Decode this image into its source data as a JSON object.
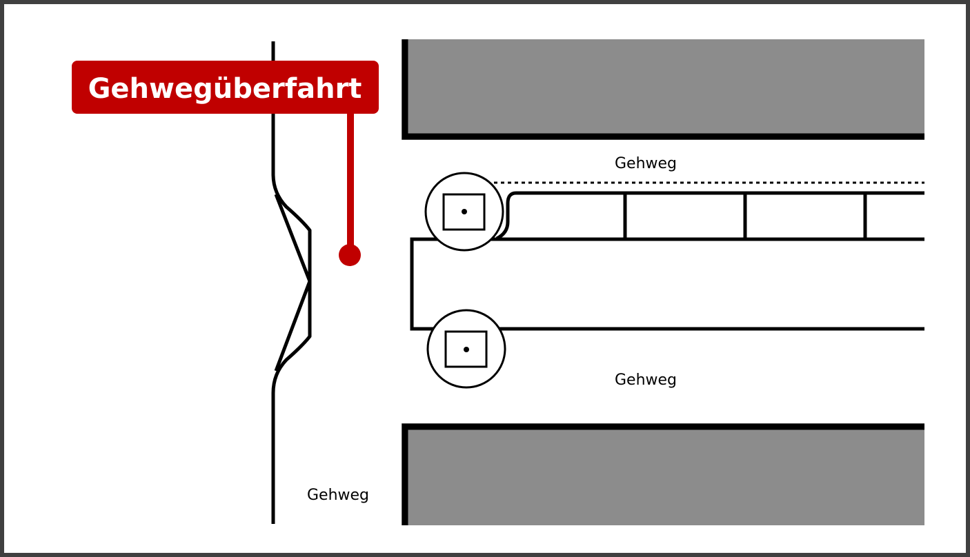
{
  "title": {
    "text": "Gehwegüberfahrt",
    "color": "#c00000"
  },
  "labels": {
    "sidewalk_top": "Gehweg",
    "sidewalk_middle": "Gehweg",
    "sidewalk_left": "Gehweg"
  },
  "colors": {
    "building": "#8c8c8c",
    "line": "#000000",
    "frame": "#404040"
  }
}
